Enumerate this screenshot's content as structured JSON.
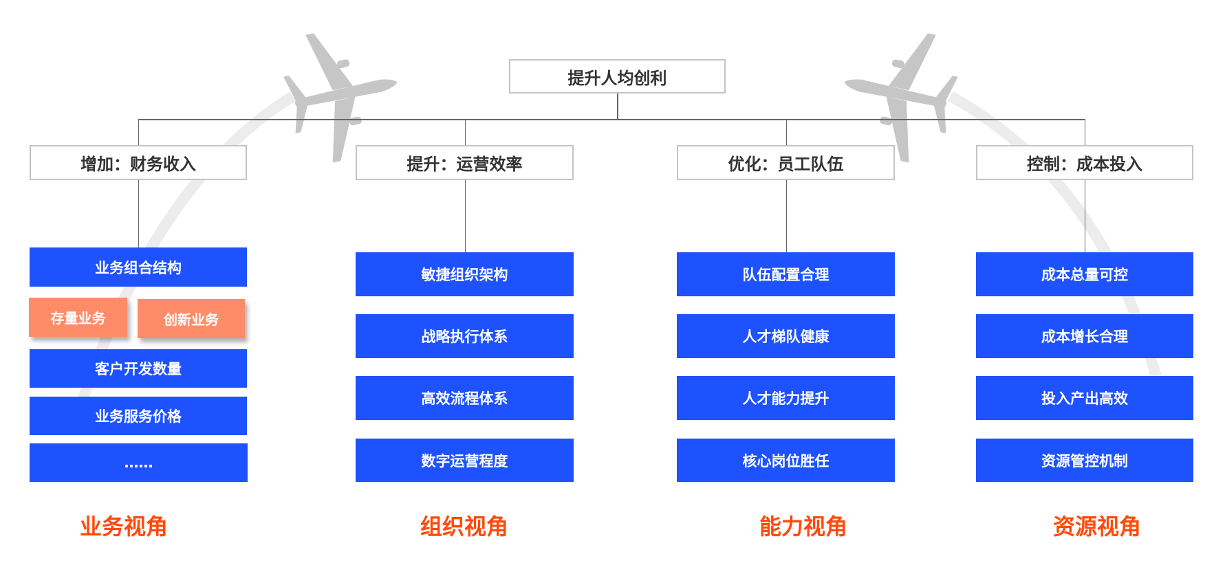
{
  "root": {
    "label": "提升人均创利"
  },
  "columns": [
    {
      "header": "增加：财务收入",
      "view": "业务视角",
      "items": [
        "业务组合结构",
        "客户开发数量",
        "业务服务价格",
        "……"
      ],
      "sub_items": [
        "存量业务",
        "创新业务"
      ]
    },
    {
      "header": "提升：运营效率",
      "view": "组织视角",
      "items": [
        "敏捷组织架构",
        "战略执行体系",
        "高效流程体系",
        "数字运营程度"
      ]
    },
    {
      "header": "优化：员工队伍",
      "view": "能力视角",
      "items": [
        "队伍配置合理",
        "人才梯队健康",
        "人才能力提升",
        "核心岗位胜任"
      ]
    },
    {
      "header": "控制：成本投入",
      "view": "资源视角",
      "items": [
        "成本总量可控",
        "成本增长合理",
        "投入产出高效",
        "资源管控机制"
      ]
    }
  ],
  "colors": {
    "blue": "#1e52fe",
    "orange": "#ff8c69",
    "view_label": "#ff4a0a",
    "plane": "#c6c6c6"
  },
  "icons": [
    "airplane-icon",
    "airplane-icon"
  ]
}
